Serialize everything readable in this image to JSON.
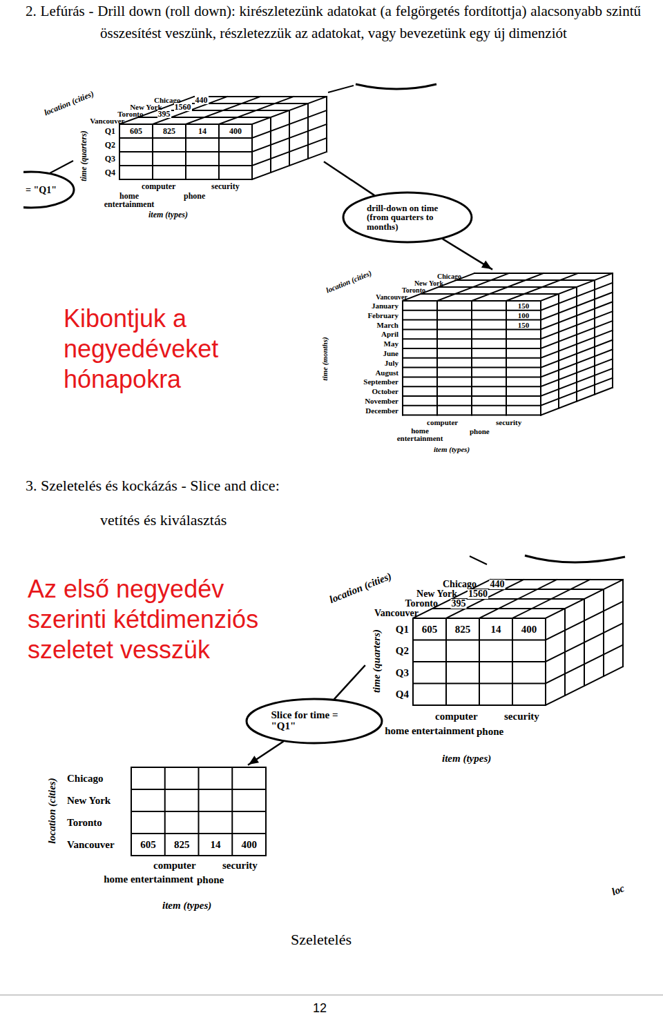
{
  "diagram": {
    "title": "2. Lefúrás - Drill down (roll down): kirészletezünk adatokat (a felgörgetés fordítottja) alacsonyabb szintű összesítést veszünk, részletezzük az adatokat, vagy bevezetünk egy új dimenziót",
    "caption": "Szeletelés",
    "nodes": [
      {
        "text": [
          "drill-down on time (from quarters to months)"
        ]
      },
      {
        "text": [
          "Slice for time = \"Q1\""
        ]
      }
    ],
    "labels": [
      "= \"Q1\"",
      "location (cities)",
      "Chicago",
      "New York",
      "Toronto",
      "Vancouver",
      "440",
      "1560",
      "395",
      "time (quarters)",
      "Q1",
      "Q2",
      "Q3",
      "Q4",
      "605",
      "825",
      "14",
      "400",
      "computer",
      "security",
      "home entertainment",
      "phone",
      "item (types)",
      "Kibontjuk a negyedéveket hónapokra",
      "location (cities)",
      "Chicago",
      "New York",
      "Toronto",
      "Vancouver",
      "time (months)",
      "January",
      "February",
      "March",
      "April",
      "May",
      "June",
      "July",
      "August",
      "September",
      "October",
      "November",
      "December",
      "150",
      "100",
      "150",
      "computer",
      "security",
      "home entertainment",
      "phone",
      "item (types)",
      "3. Szeletelés és kockázás - Slice and dice:",
      "vetítés és kiválasztás",
      "Az első negyedév szerinti kétdimenziós szeletet vesszük",
      "location (cities)",
      "Chicago",
      "New York",
      "Toronto",
      "Vancouver",
      "440",
      "1560",
      "395",
      "time (quarters)",
      "Q1",
      "Q2",
      "Q3",
      "Q4",
      "605",
      "825",
      "14",
      "400",
      "computer",
      "security",
      "home entertainment",
      "phone",
      "item (types)",
      "location (cities)",
      "Chicago",
      "New York",
      "Toronto",
      "Vancouver",
      "605",
      "825",
      "14",
      "400",
      "computer",
      "security",
      "home entertainment",
      "phone",
      "item (types)",
      "loc",
      "12"
    ]
  }
}
